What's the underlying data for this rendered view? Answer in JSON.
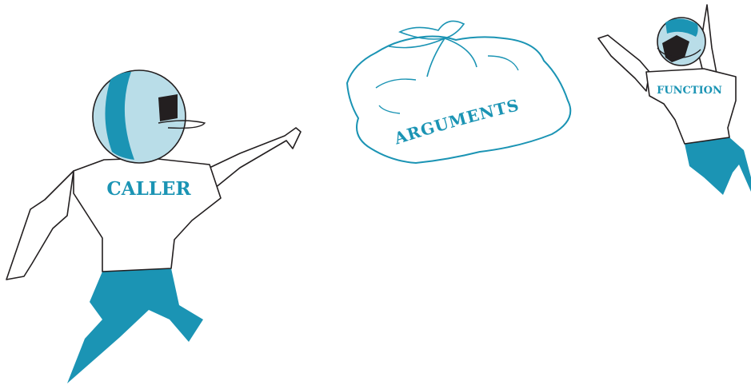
{
  "figure": {
    "labels": {
      "caller": "CALLER",
      "arguments": "ARGUMENTS",
      "function": "FUNCTION"
    }
  },
  "colors": {
    "teal": "#1b94b4",
    "light_blue": "#b9dde8",
    "dark": "#231f20",
    "outline": "#231f20",
    "background": "#ffffff"
  },
  "icons": {
    "caller": "thrower-figure",
    "arguments": "tied-sack",
    "function": "catcher-figure"
  }
}
